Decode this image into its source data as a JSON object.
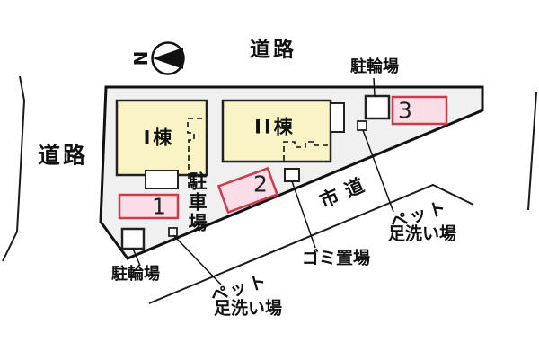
{
  "compass": {
    "letter": "N"
  },
  "roads": {
    "top_label": "道路",
    "left_label": "道路",
    "city_road_label": "市道"
  },
  "buildings": {
    "building_1_label": "I棟",
    "building_2_label": "II棟"
  },
  "parking": {
    "lot_label": "駐車場",
    "space_1": "1",
    "space_2": "2",
    "space_3": "3"
  },
  "facilities": {
    "bicycle_top_label": "駐輪場",
    "bicycle_bottom_label": "駐輪場",
    "garbage_label": "ゴミ置場",
    "pet_wash_right_line1": "ペット",
    "pet_wash_right_line2": "足洗い場",
    "pet_wash_bottom_line1": "ペット",
    "pet_wash_bottom_line2": "足洗い場"
  },
  "colors": {
    "site_fill": "#F0F0F0",
    "building_fill": "#FAF3C5",
    "parking_fill": "#FADDE6",
    "parking_border": "#CC3A4C",
    "line": "#111111"
  }
}
